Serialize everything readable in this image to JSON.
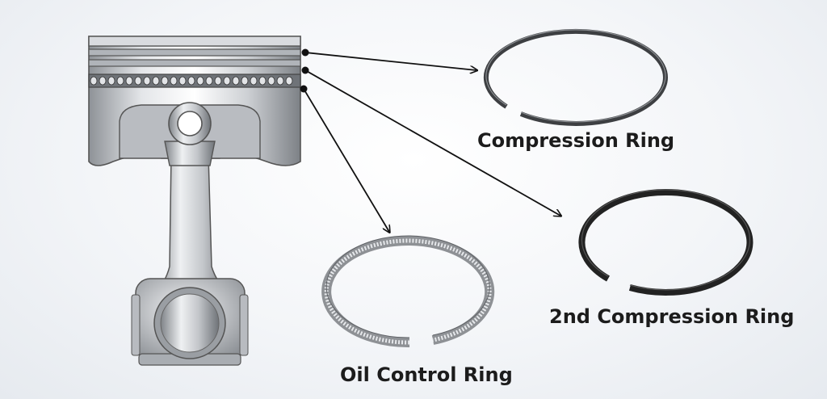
{
  "labels": {
    "compression_ring": "Compression Ring",
    "second_compression_ring": "2nd Compression Ring",
    "oil_control_ring": "Oil Control Ring"
  },
  "colors": {
    "piston_metal": "#c9ccd1",
    "ring_dark": "#3a3a3a",
    "arrow": "#111111",
    "label_text": "#1c1c1c"
  }
}
